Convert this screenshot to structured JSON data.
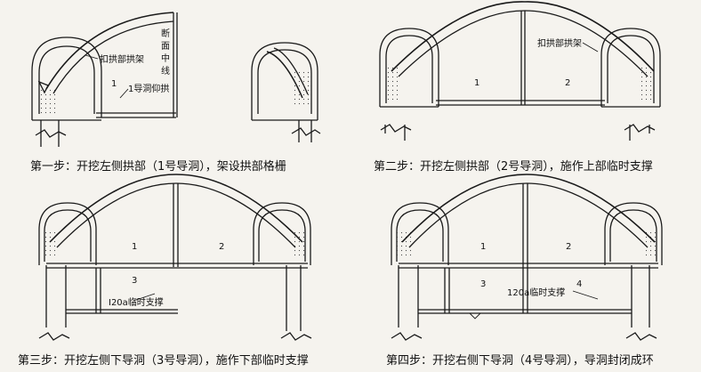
{
  "panels": [
    {
      "caption": "第一步：开挖左侧拱部（1号导洞），架设拱部格栅",
      "labels": {
        "arch_frame": "扣拱部拱架",
        "centerline": [
          "断",
          "面",
          "中",
          "线"
        ],
        "drift_1": "1",
        "invert": "1导洞仰拱"
      }
    },
    {
      "caption": "第二步：开挖左侧拱部（2号导洞），施作上部临时支撑",
      "labels": {
        "arch_frame": "扣拱部拱架",
        "drift_1": "1",
        "drift_2": "2"
      }
    },
    {
      "caption": "第三步：开挖左侧下导洞（3号导洞），施作下部临时支撑",
      "labels": {
        "drift_1": "1",
        "drift_2": "2",
        "drift_3": "3",
        "temp_support": "I20a临时支撑"
      }
    },
    {
      "caption": "第四步：开挖右侧下导洞（4号导洞），导洞封闭成环",
      "labels": {
        "drift_1": "1",
        "drift_2": "2",
        "drift_3": "3",
        "drift_4": "4",
        "temp_support": "120a临时支撑"
      }
    }
  ],
  "colors": {
    "line": "#1a1a1a",
    "paper": "#f5f3ee",
    "hatch": "#444444"
  }
}
